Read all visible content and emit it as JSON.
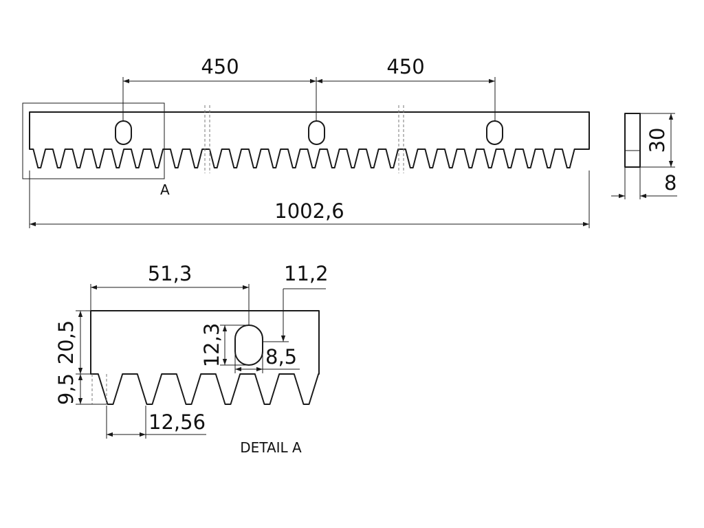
{
  "main_view": {
    "dim_pitch_left": "450",
    "dim_pitch_right": "450",
    "dim_overall_length": "1002,6",
    "detail_marker": "A"
  },
  "side_view": {
    "dim_height": "30",
    "dim_thickness": "8"
  },
  "detail_view": {
    "dim_slot_offset": "51,3",
    "dim_slot_top": "11,2",
    "dim_body_height": "20,5",
    "dim_slot_length": "12,3",
    "dim_slot_width": "8,5",
    "dim_tooth_height": "9,5",
    "dim_tooth_pitch": "12,56",
    "title": "DETAIL A"
  }
}
